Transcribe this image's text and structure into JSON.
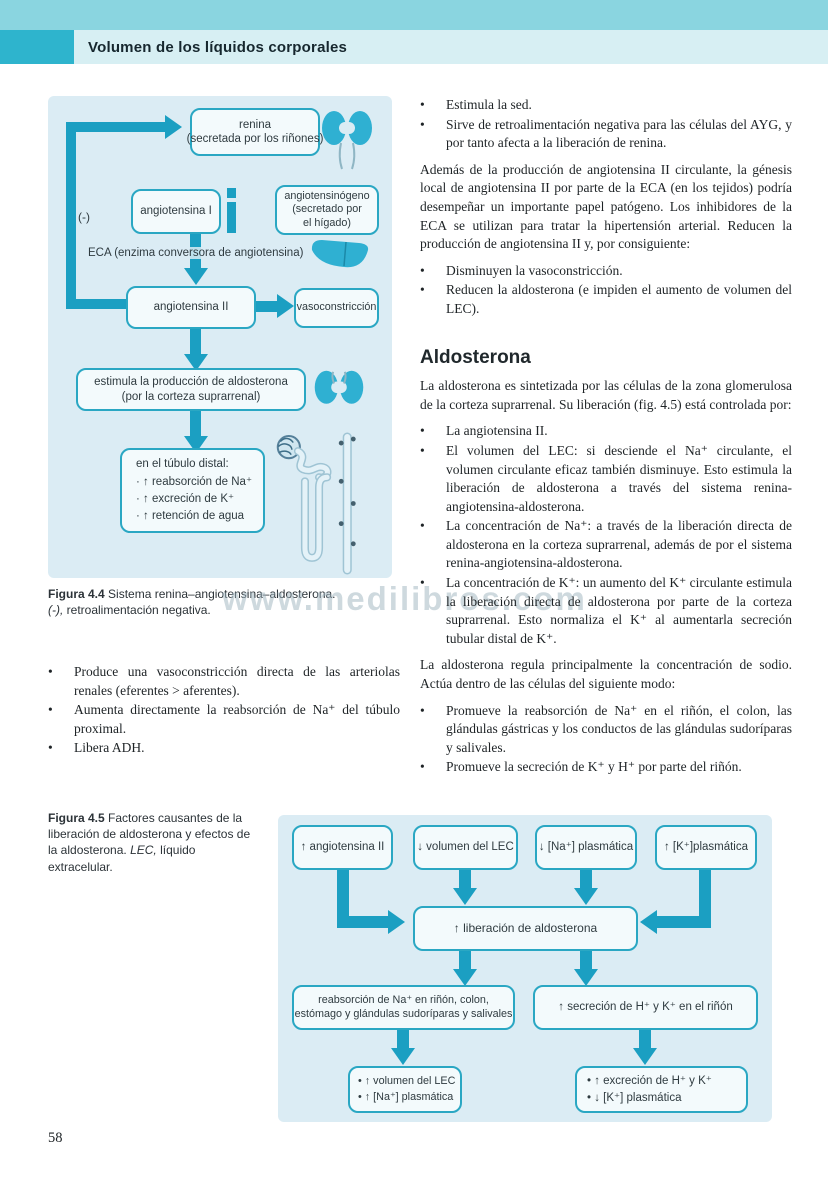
{
  "header": {
    "title": "Volumen de los líquidos corporales"
  },
  "chars": {
    "bullet": "•"
  },
  "colors": {
    "band_teal": "#8ad5e0",
    "accent_teal": "#2eb4cd",
    "strip_teal": "#d7eff3",
    "panel_bg": "#dbecf4",
    "arrow_teal": "#1b9fc2",
    "box_border_teal": "#2aa7c3"
  },
  "fig44": {
    "renina1": "renina",
    "renina2": "(secretada por los riñones)",
    "neg": "(-)",
    "angI": "angiotensina I",
    "ango1": "angiotensinógeno",
    "ango2": "(secretado por",
    "ango3": "el hígado)",
    "eca": "ECA (enzima conversora de angiotensina)",
    "angII": "angiotensina II",
    "vaso": "vasoconstricción",
    "estimula1": "estimula la producción de aldosterona",
    "estimula2": "(por la corteza suprarrenal)",
    "tubulo_title": "en el túbulo distal:",
    "tubulo_items": [
      "· ↑ reabsorción de Na⁺",
      "· ↑ excreción de K⁺",
      "· ↑ retención de agua"
    ]
  },
  "caption44": {
    "label": "Figura 4.4",
    "text": " Sistema renina–angiotensina–aldosterona.",
    "italic": "(-),",
    "text2": " retroalimentación negativa."
  },
  "watermark": "www.medilibros.com",
  "left": {
    "bullets": [
      "Produce una vasoconstricción directa de las arteriolas renales (eferentes > aferentes).",
      "Aumenta directamente la reabsorción de Na⁺ del túbulo proximal.",
      "Libera ADH."
    ]
  },
  "caption45": {
    "label": "Figura 4.5",
    "text": " Factores causantes de la liberación de aldosterona y efectos de la aldosterona.",
    "italic": "LEC,",
    "text2": " líquido extracelular."
  },
  "fig45": {
    "a": "↑ angiotensina II",
    "b": "↓ volumen del LEC",
    "c": "↓ [Na⁺] plasmática",
    "d": "↑ [K⁺]plasmática",
    "center": "↑ liberación de aldosterona",
    "e1": "reabsorción de Na⁺ en riñón, colon,",
    "e2": "estómago y glándulas sudoríparas y salivales",
    "f": "↑ secreción de H⁺ y K⁺ en el riñón",
    "g": [
      "• ↑ volumen del LEC",
      "• ↑ [Na⁺] plasmática"
    ],
    "h": [
      "• ↑ excreción de H⁺ y K⁺",
      "• ↓ [K⁺] plasmática"
    ]
  },
  "right": {
    "bullets1": [
      "Estimula la sed.",
      "Sirve de retroalimentación negativa para las células del AYG, y por tanto afecta a la liberación de renina."
    ],
    "para1": "Además de la producción de angiotensina II circulante, la génesis local de angiotensina II por parte de la ECA (en los tejidos) podría desempeñar un importante papel patógeno. Los inhibidores de la ECA se utilizan para tratar la hipertensión arterial. Reducen la producción de angiotensina II y, por consiguiente:",
    "bullets2": [
      "Disminuyen la vasoconstricción.",
      "Reducen la aldosterona (e impiden el aumento de volumen del LEC)."
    ],
    "heading": "Aldosterona",
    "para2": "La aldosterona es sintetizada por las células de la zona glomerulosa de la corteza suprarrenal. Su liberación (fig. 4.5) está controlada por:",
    "bullets3": [
      "La angiotensina II.",
      "El volumen del LEC: si desciende el Na⁺ circulante, el volumen circulante eficaz también disminuye. Esto estimula la liberación de aldosterona a través del sistema renina-angiotensina-aldosterona.",
      "La concentración de Na⁺: a través de la liberación directa de aldosterona en la corteza suprarrenal, además de por el sistema renina-angiotensina-aldosterona.",
      "La concentración de K⁺: un aumento del K⁺ circulante estimula la liberación directa de aldosterona por parte de la corteza suprarrenal. Esto normaliza el K⁺ al aumentarla secreción tubular distal de K⁺."
    ],
    "para3": "La aldosterona regula principalmente la concentración de sodio. Actúa dentro de las células del siguiente modo:",
    "bullets4": [
      "Promueve la reabsorción de Na⁺ en el riñón, el colon, las glándulas gástricas y los conductos de las glándulas sudoríparas y salivales.",
      "Promueve la secreción de K⁺ y H⁺ por parte del riñón."
    ]
  },
  "page_number": "58"
}
